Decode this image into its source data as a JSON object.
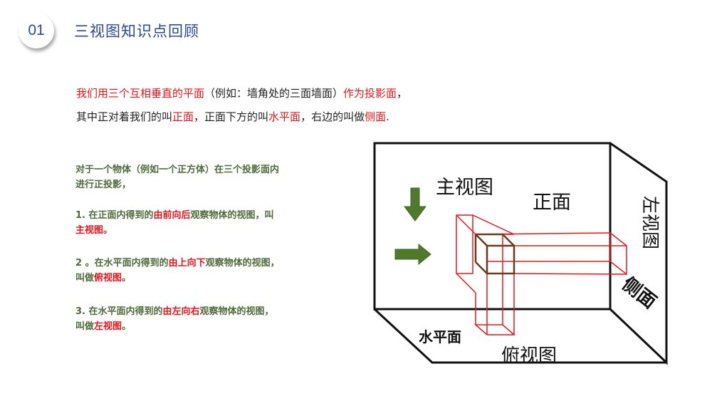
{
  "header": {
    "number": "01",
    "title": "三视图知识点回顾"
  },
  "intro": {
    "line1": [
      "我们用三个互相垂直的平面",
      "（例如：墙角处的三面墙面）",
      "作为投影面",
      "，"
    ],
    "line2": [
      "其中正对着我们的叫",
      "正面",
      "，正面下方的叫",
      "水平面",
      "，右边的叫做",
      "侧面",
      "."
    ]
  },
  "points": {
    "p0": "对于一个物体（例如一个正方体）在三个投影面内进行正投影，",
    "p1": [
      "1. 在正面内得到的",
      "由前向后",
      "观察物体的视图，叫",
      "主视图",
      "。"
    ],
    "p2": [
      "2 。在水平面内得到的",
      "由上向下",
      "观察物体的视图，叫做",
      "俯视图",
      "。"
    ],
    "p3": [
      "3. 在水平面内得到的",
      "由左向右",
      "观察物体的视图，叫做",
      "左视图",
      "。"
    ]
  },
  "diagram": {
    "main_view": "主视图",
    "front": "正面",
    "left_view": "左视图",
    "side": "侧面",
    "horizontal": "水平面",
    "top_view": "俯视图"
  },
  "colors": {
    "accent": "#2b4a8f",
    "highlight": "#e8161b",
    "body_green": "#4e6a3a",
    "arrow_green": "#4f7a2b",
    "cube_brown": "#6b3a1e"
  }
}
